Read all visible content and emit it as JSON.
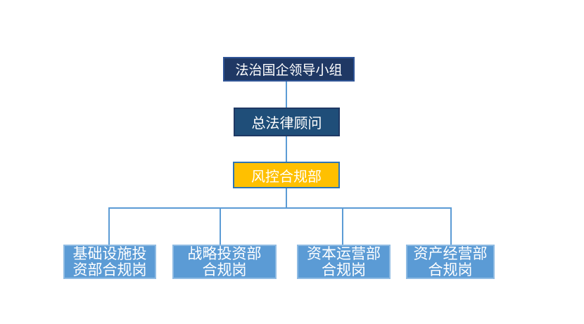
{
  "org_chart": {
    "type": "org-tree",
    "root": {
      "label": "法治国企领导小组"
    },
    "level2": {
      "label": "总法律顾问"
    },
    "level3": {
      "label": "风控合规部"
    },
    "leaves": [
      {
        "label": "基础设施投资部合规岗",
        "lines": [
          "基础设施投",
          "资部合规岗"
        ]
      },
      {
        "label": "战略投资部合规岗",
        "lines": [
          "战略投资部",
          "合规岗"
        ]
      },
      {
        "label": "资本运营部合规岗",
        "lines": [
          "资本运营部",
          "合规岗"
        ]
      },
      {
        "label": "资产经营部合规岗",
        "lines": [
          "资产经营部",
          "合规岗"
        ]
      }
    ],
    "hierarchy": [
      {
        "from": "法治国企领导小组",
        "to": "总法律顾问"
      },
      {
        "from": "总法律顾问",
        "to": "风控合规部"
      },
      {
        "from": "风控合规部",
        "to": "基础设施投资部合规岗"
      },
      {
        "from": "风控合规部",
        "to": "战略投资部合规岗"
      },
      {
        "from": "风控合规部",
        "to": "资本运营部合规岗"
      },
      {
        "from": "风控合规部",
        "to": "资产经营部合规岗"
      }
    ],
    "colors": {
      "root_fill": "#1F3864",
      "root_border": "#2F5496",
      "level2_fill": "#1F4E79",
      "level2_border": "#1F3864",
      "level3_fill": "#FFC000",
      "level3_border": "#2E75B6",
      "leaf_fill": "#5B9BD5",
      "leaf_border": "#8FBBE3",
      "connector": "#5B9BD5",
      "text": "#FFFFFF",
      "background": "#FFFFFF"
    }
  }
}
